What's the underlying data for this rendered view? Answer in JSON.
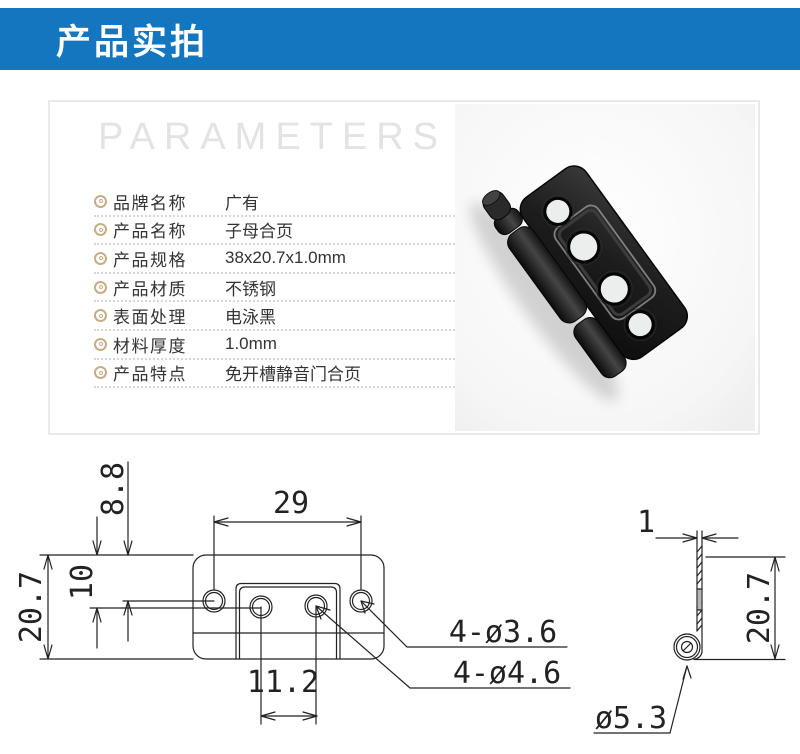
{
  "header": {
    "title": "产品实拍",
    "bg_color": "#1576c0"
  },
  "parameters": {
    "watermark": "PARAMETERS",
    "bullet_color": "#c5ad85",
    "rows": [
      {
        "label": "品牌名称",
        "value": "广有"
      },
      {
        "label": "产品名称",
        "value": "子母合页"
      },
      {
        "label": "产品规格",
        "value": "38x20.7x1.0mm"
      },
      {
        "label": "产品材质",
        "value": "不锈钢"
      },
      {
        "label": "表面处理",
        "value": "电泳黑"
      },
      {
        "label": "材料厚度",
        "value": "1.0mm"
      },
      {
        "label": "产品特点",
        "value": "免开槽静音门合页"
      }
    ]
  },
  "product_photo": {
    "description": "black flush hinge photo"
  },
  "drawing": {
    "front_view": {
      "dim_edge_to_outer_hole": "8.8",
      "dim_edge_to_inner_hole": "10",
      "dim_height": "20.7",
      "dim_outer_hole_spacing": "29",
      "dim_inner_hole_spacing": "11.2",
      "label_small_holes": "4-ø3.6",
      "label_large_holes": "4-ø4.6"
    },
    "side_view": {
      "dim_thickness": "1",
      "dim_height": "20.7",
      "label_barrel_diameter": "ø5.3"
    }
  }
}
